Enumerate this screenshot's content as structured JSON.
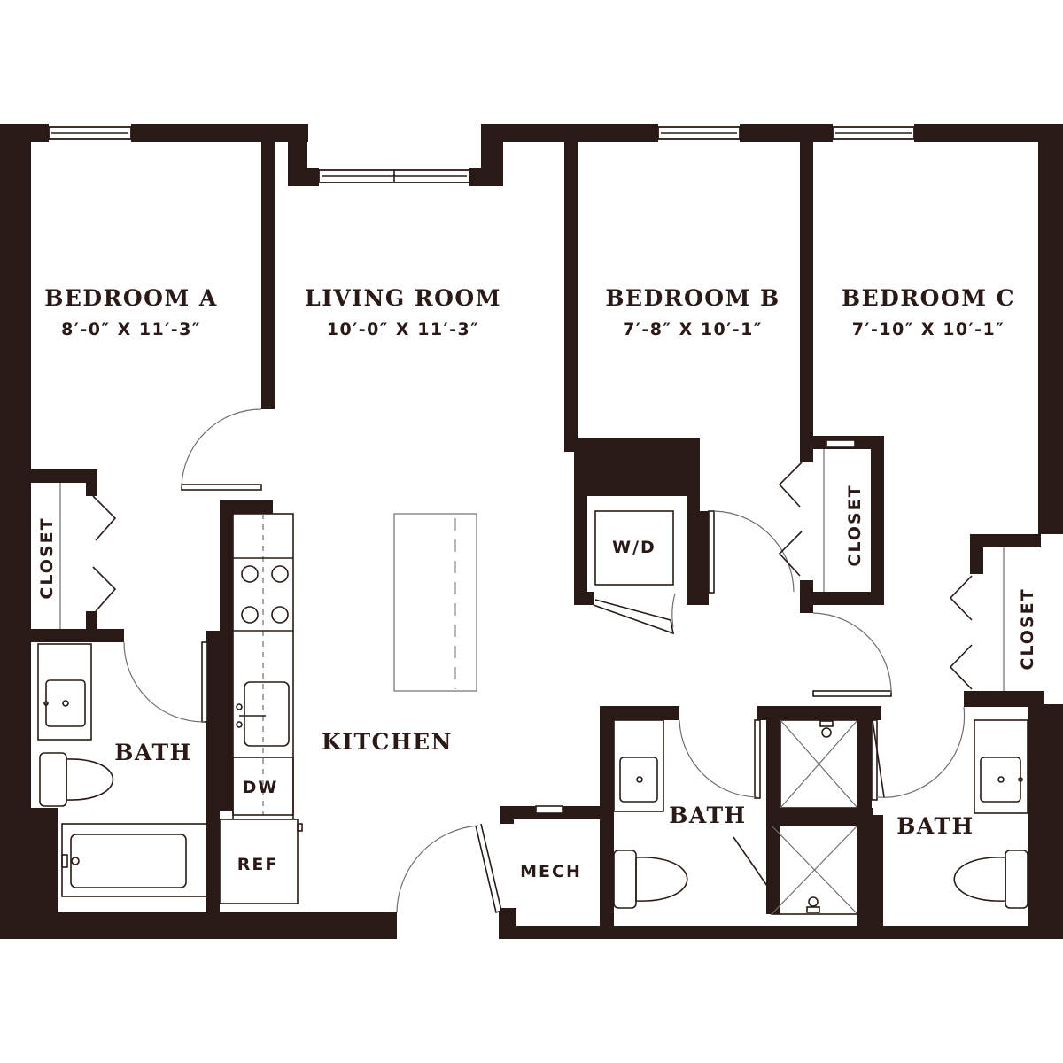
{
  "rooms": {
    "bedroom_a": {
      "name": "BEDROOM A",
      "dims": "8′-0″ X 11′-3″"
    },
    "living_room": {
      "name": "LIVING ROOM",
      "dims": "10′-0″ X 11′-3″"
    },
    "bedroom_b": {
      "name": "BEDROOM B",
      "dims": "7′-8″ X 10′-1″"
    },
    "bedroom_c": {
      "name": "BEDROOM C",
      "dims": "7′-10″ X 10′-1″"
    },
    "kitchen": {
      "name": "KITCHEN"
    },
    "bath_a": {
      "name": "BATH"
    },
    "bath_b": {
      "name": "BATH"
    },
    "bath_c": {
      "name": "BATH"
    }
  },
  "labels": {
    "closet_a": "CLOSET",
    "closet_c1": "CLOSET",
    "closet_c2": "CLOSET",
    "wd": "W/D",
    "dw": "DW",
    "ref": "REF",
    "mech": "MECH"
  },
  "colors": {
    "wall": "#2a1a17",
    "background": "#ffffff"
  }
}
